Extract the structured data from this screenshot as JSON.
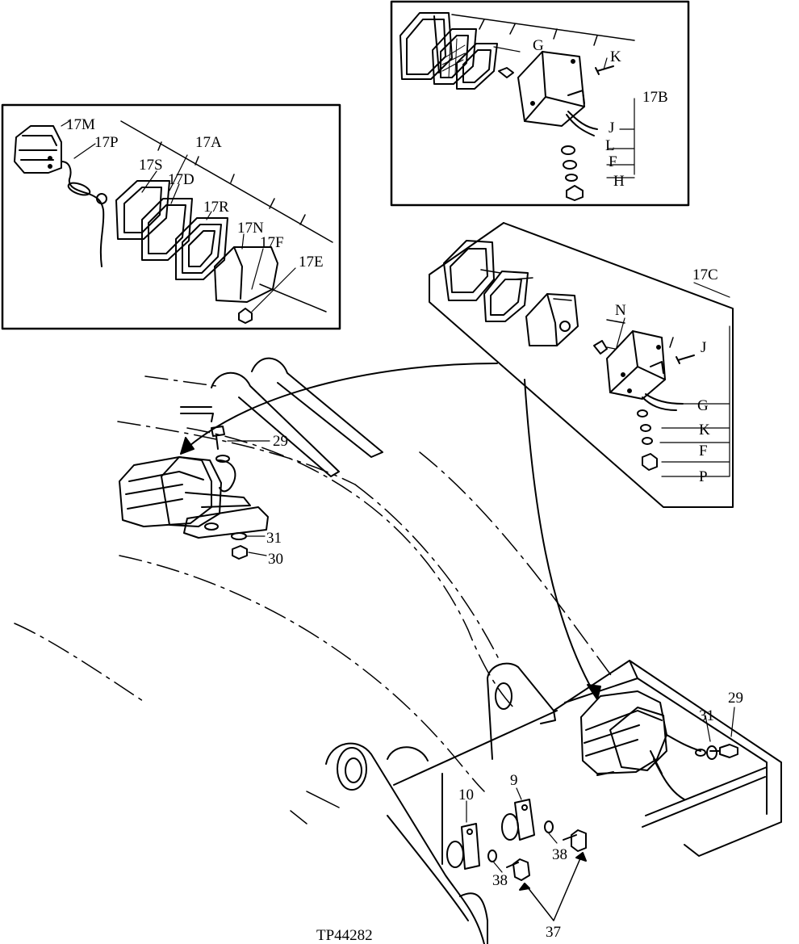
{
  "figure_id": "TP44282",
  "insets": {
    "inset_17m": {
      "callouts": [
        "17M",
        "17P",
        "17A",
        "17S",
        "17D",
        "17R",
        "17N",
        "17F",
        "17E"
      ]
    },
    "inset_17b": {
      "callouts": [
        "G",
        "K",
        "17B",
        "J",
        "L",
        "F",
        "H"
      ]
    },
    "inset_17c": {
      "callouts": [
        "17C",
        "N",
        "J",
        "G",
        "K",
        "F",
        "P"
      ]
    }
  },
  "main_callouts": {
    "bolt_left": "29",
    "washer_left": "31",
    "nut_left": "30",
    "bolt_right": "29",
    "washer_right": "31",
    "bracket_right": "9",
    "bracket_left": "10",
    "washer_a": "38",
    "washer_b": "38",
    "bolts": "37"
  }
}
